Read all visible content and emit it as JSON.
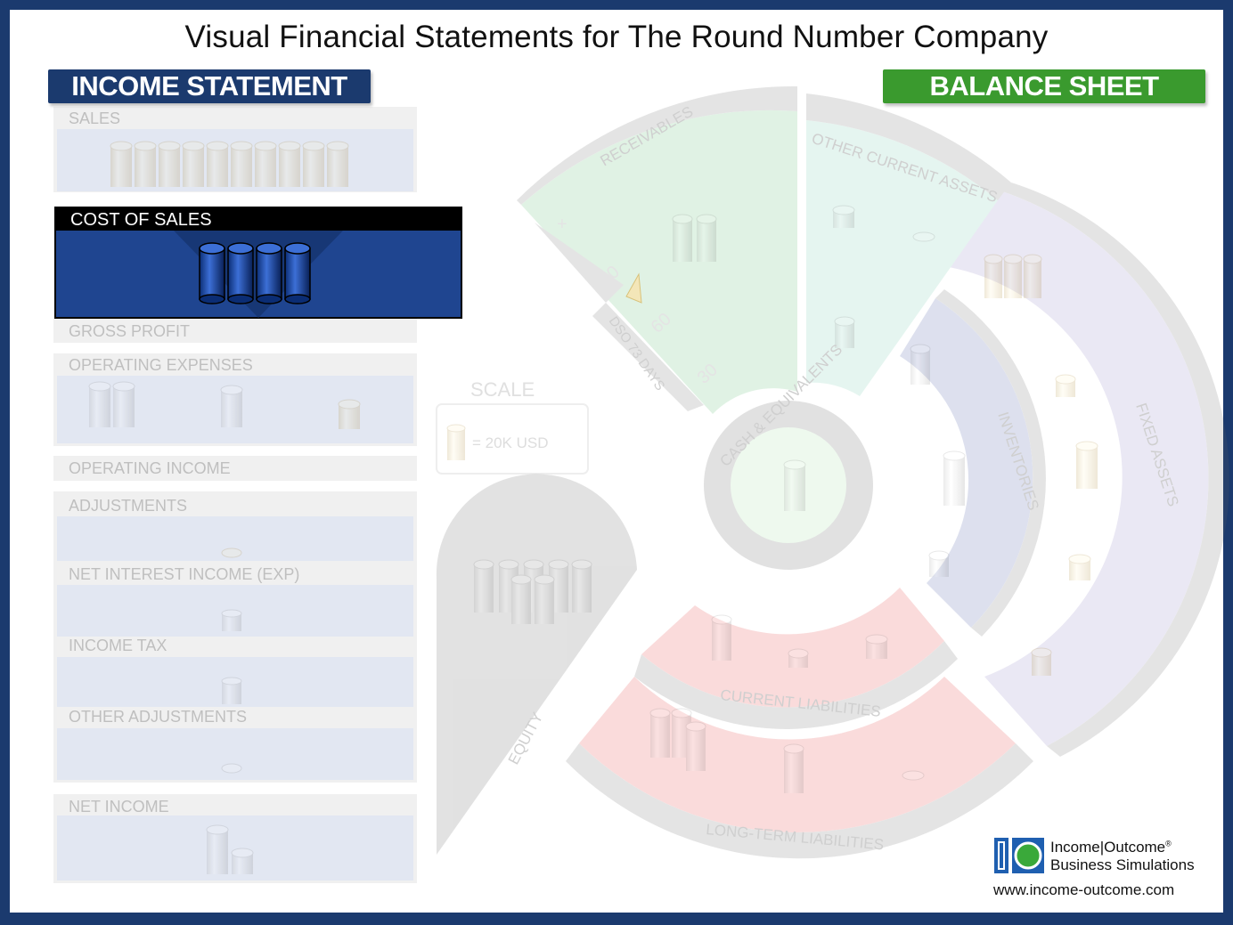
{
  "title": "Visual Financial Statements for The Round Number Company",
  "income_statement": {
    "header": "INCOME STATEMENT",
    "sections": {
      "sales": "SALES",
      "cost_of_sales": "COST OF SALES",
      "gross_profit": "GROSS PROFIT",
      "operating_expenses": "OPERATING EXPENSES",
      "operating_income": "OPERATING INCOME",
      "adjustments": "ADJUSTMENTS",
      "net_interest": "NET INTEREST INCOME (EXP)",
      "income_tax": "INCOME TAX",
      "other_adjustments": "OTHER ADJUSTMENTS",
      "net_income": "NET INCOME"
    },
    "highlighted": "cost_of_sales"
  },
  "balance_sheet": {
    "header": "BALANCE SHEET",
    "segments": {
      "receivables": "RECEIVABLES",
      "other_current_assets": "OTHER CURRENT ASSETS",
      "fixed_assets": "FIXED ASSETS",
      "inventories": "INVENTORIES",
      "cash": "CASH & EQUIVALENTS",
      "current_liabilities": "CURRENT LIABILITIES",
      "long_term_liabilities": "LONG-TERM LIABILITIES",
      "equity": "EQUITY"
    },
    "dso": {
      "label": "DSO 73 DAYS",
      "ticks": [
        "90",
        "60",
        "30"
      ],
      "plus": "+"
    }
  },
  "scale": {
    "title": "SCALE",
    "text": "= 20K USD"
  },
  "logo": {
    "line1": "Income|Outcome",
    "reg": "®",
    "line2": "Business Simulations",
    "url": "www.income-outcome.com"
  },
  "colors": {
    "navy": "#1b3a6e",
    "green": "#3a9a2e",
    "cost_blue": "#1f4590"
  }
}
